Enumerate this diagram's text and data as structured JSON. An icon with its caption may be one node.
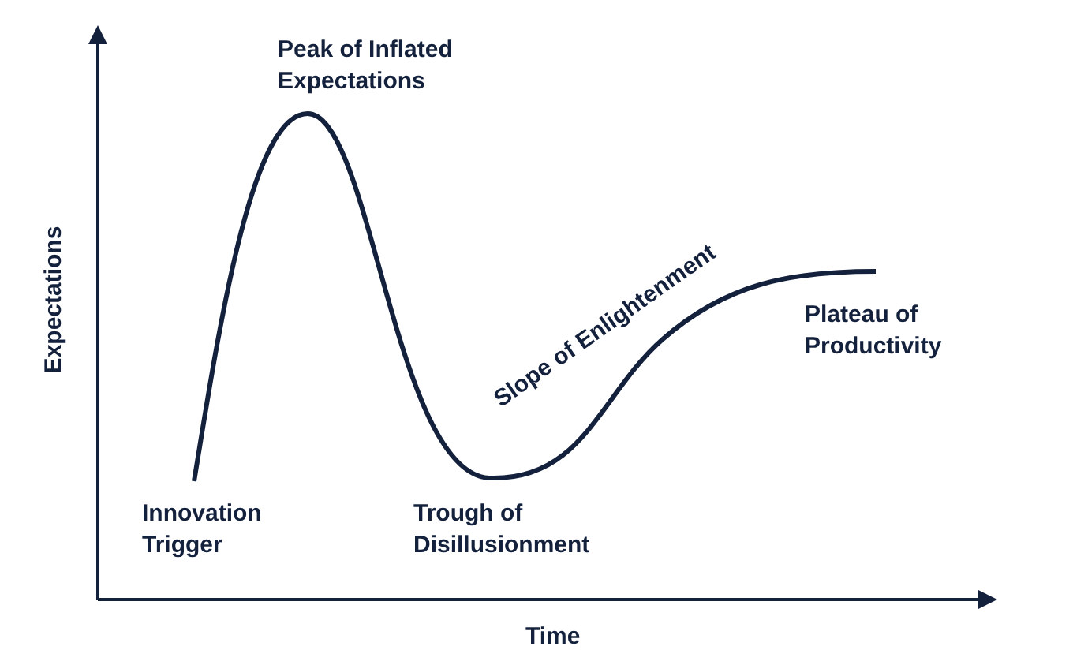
{
  "diagram": {
    "labels": [
      "Peak of Inflated Expectations",
      "Slope of Enlightenment",
      "Plateau of Productivity",
      "Expectations",
      "Innovation Trigger",
      "Trough of Disillusionment",
      "Time"
    ]
  }
}
